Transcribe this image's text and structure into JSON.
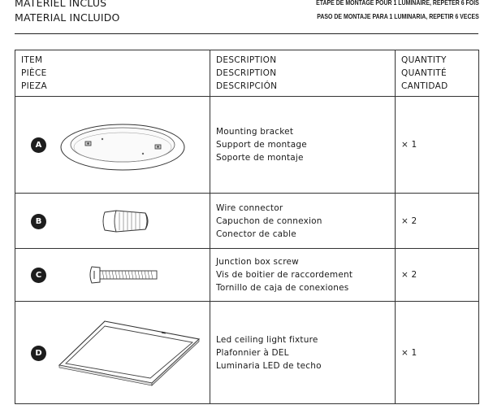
{
  "header": {
    "left_line1": "MATERIEL INCLUS",
    "left_line2": "MATERIAL INCLUIDO",
    "right_line1": "ÉTAPE DE MONTAGE POUR 1 LUMINAIRE, REPETER 6 FOIS",
    "right_line2": "PASO DE MONTAJE PARA 1 LUMINARIA, REPETIR 6 VECES"
  },
  "table": {
    "headers": {
      "item": [
        "ITEM",
        "PIÈCE",
        "PIEZA"
      ],
      "description": [
        "DESCRIPTION",
        "DESCRIPTION",
        "DESCRIPCIÓN"
      ],
      "quantity": [
        "QUANTITY",
        "QUANTITÉ",
        "CANTIDAD"
      ]
    },
    "rows": [
      {
        "letter": "A",
        "image_icon": "mounting-bracket-icon",
        "description": [
          "Mounting bracket",
          "Support de montage",
          "Soporte de montaje"
        ],
        "quantity": "× 1"
      },
      {
        "letter": "B",
        "image_icon": "wire-connector-icon",
        "description": [
          "Wire connector",
          "Capuchon de connexion",
          "Conector de cable"
        ],
        "quantity": "× 2"
      },
      {
        "letter": "C",
        "image_icon": "screw-icon",
        "description": [
          "Junction box screw",
          "Vis de boitier de raccordement",
          "Tornillo de caja de conexiones"
        ],
        "quantity": "× 2"
      },
      {
        "letter": "D",
        "image_icon": "ceiling-light-fixture-icon",
        "description": [
          "Led ceiling light fixture",
          "Plafonnier à DEL",
          "Luminaria LED de techo"
        ],
        "quantity": "× 1"
      }
    ]
  }
}
